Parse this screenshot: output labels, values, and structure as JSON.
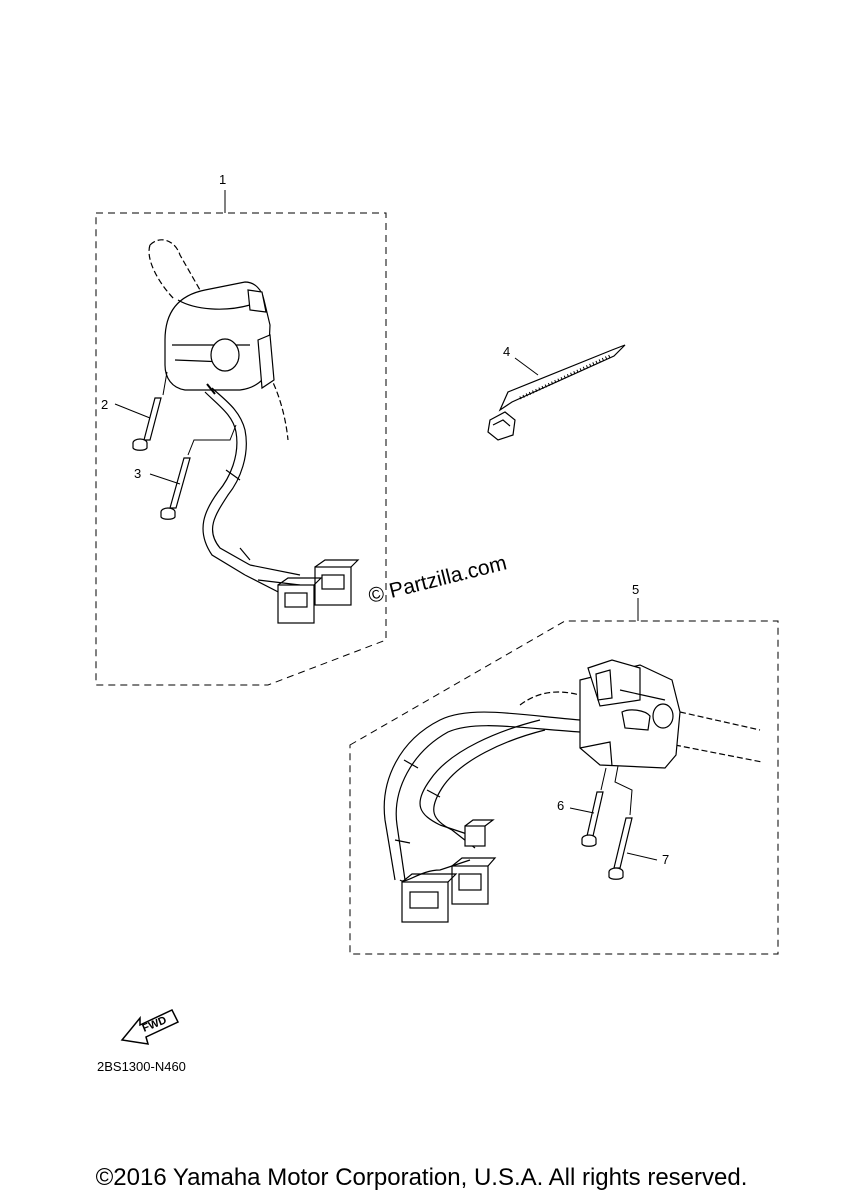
{
  "callouts": {
    "c1": "1",
    "c2": "2",
    "c3": "3",
    "c4": "4",
    "c5": "5",
    "c6": "6",
    "c7": "7"
  },
  "fwd_label": "FWD",
  "drawing_code": "2BS1300-N460",
  "watermark": "© Partzilla.com",
  "copyright": "©2016 Yamaha Motor Corporation, U.S.A. All rights reserved."
}
